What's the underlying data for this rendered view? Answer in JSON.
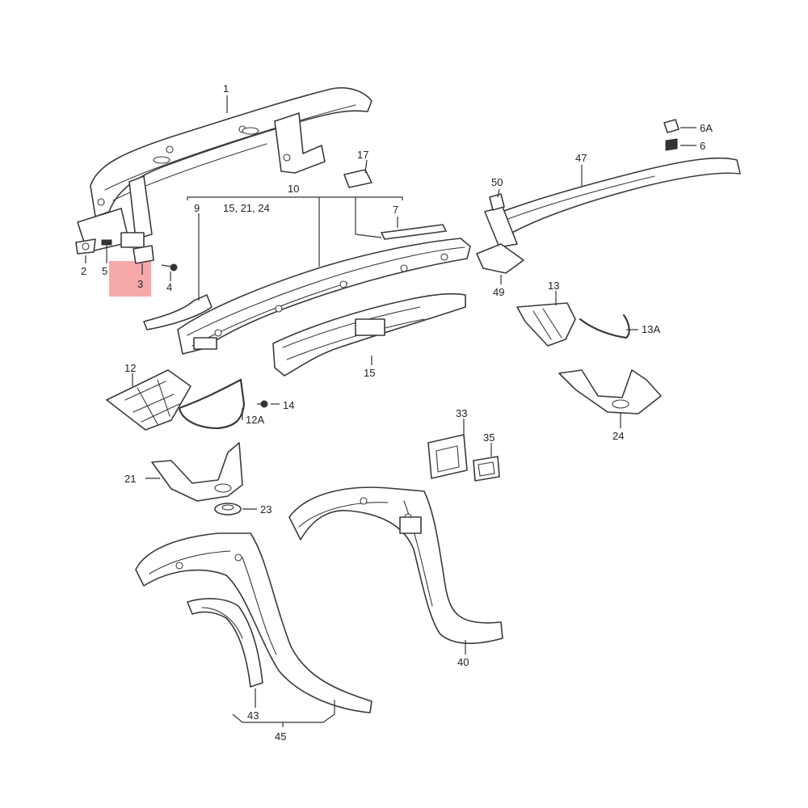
{
  "diagram": {
    "highlight_color": "#f5a0a0",
    "line_color": "#3a3a3a",
    "callouts": {
      "c1": "1",
      "c2": "2",
      "c3": "3",
      "c4": "4",
      "c5": "5",
      "c6": "6",
      "c6a": "6A",
      "c7": "7",
      "c9": "9",
      "c10": "10",
      "c10group": "15, 21, 24",
      "c12": "12",
      "c12a": "12A",
      "c13": "13",
      "c13a": "13A",
      "c14": "14",
      "c15": "15",
      "c17": "17",
      "c21": "21",
      "c23": "23",
      "c24": "24",
      "c33": "33",
      "c35": "35",
      "c40": "40",
      "c43": "43",
      "c45": "45",
      "c47": "47",
      "c49": "49",
      "c50": "50"
    },
    "highlighted_callout": "3"
  }
}
